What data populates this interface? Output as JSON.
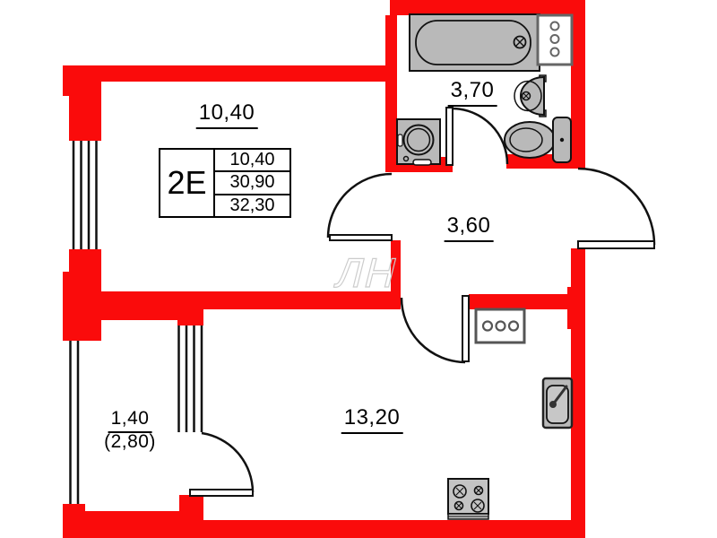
{
  "plan": {
    "title": "apartment floor plan",
    "watermark": "ЛН",
    "info_box": {
      "unit_type": "2Е",
      "values": [
        "10,40",
        "30,90",
        "32,30"
      ]
    },
    "rooms": {
      "living": {
        "area": "10,40"
      },
      "bathroom": {
        "area": "3,70"
      },
      "hallway": {
        "area": "3,60"
      },
      "kitchen": {
        "area": "13,20"
      },
      "balcony": {
        "area": "1,40",
        "area_full": "(2,80)"
      }
    },
    "colors": {
      "wall": "#fa0b0b",
      "outline": "#111111",
      "fixture_fill": "#b9b9b9",
      "background": "#ffffff"
    }
  }
}
